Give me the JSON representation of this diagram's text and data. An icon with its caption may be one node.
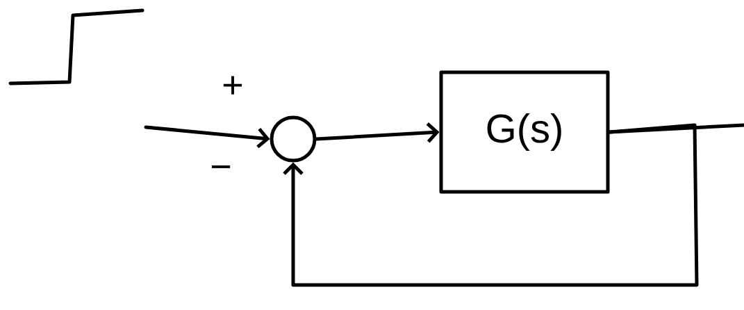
{
  "diagram": {
    "nodes": [
      {
        "text": [],
        "shape": "circle"
      },
      {
        "text": [
          "G(s)"
        ]
      }
    ],
    "edges": [
      {
        "from": null,
        "to": 0,
        "arrow": "to"
      },
      {
        "from": 0,
        "to": 1,
        "arrow": "to"
      },
      {
        "from": 1,
        "to": null,
        "arrow": "none"
      },
      {
        "from": 1,
        "to": 0,
        "arrow": "to"
      }
    ],
    "labels": [
      "+",
      "−"
    ]
  }
}
